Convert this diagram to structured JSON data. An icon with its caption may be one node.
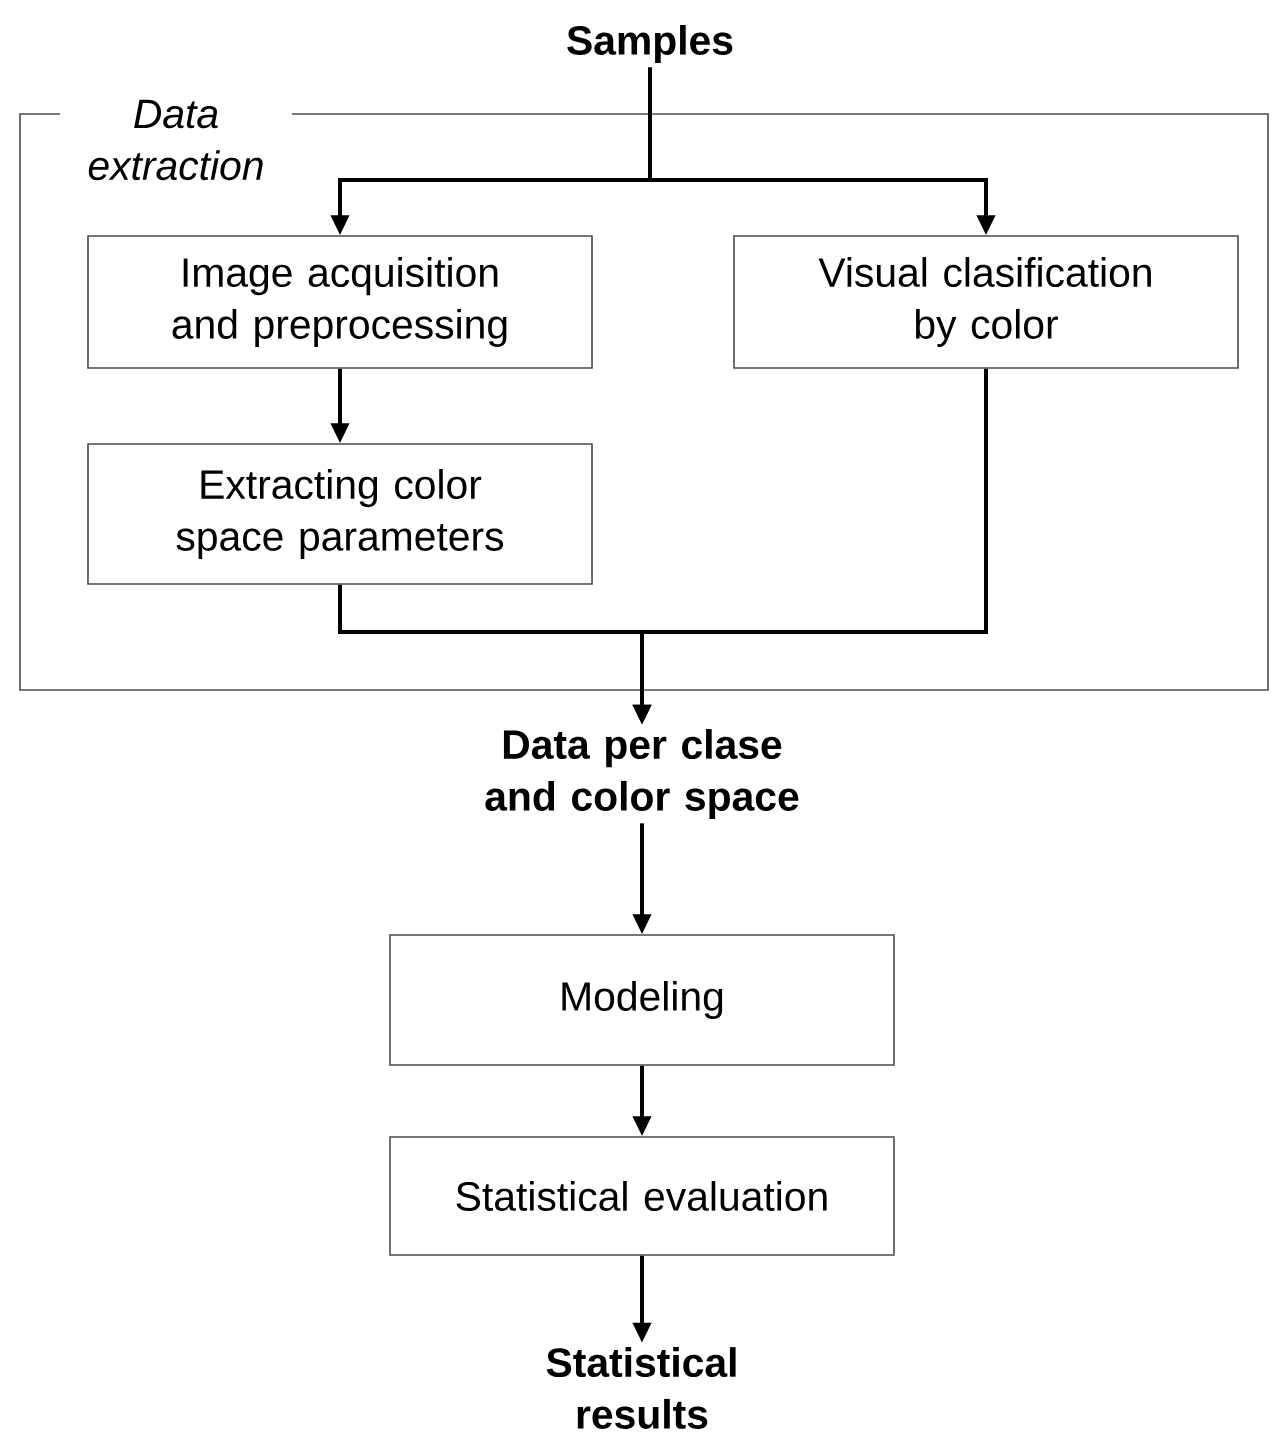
{
  "diagram": {
    "nodes": [
      {
        "text": [
          "Data extraction"
        ]
      },
      {
        "text": [
          "Samples"
        ]
      },
      {
        "text": [
          "Image acquisition and preprocessing"
        ],
        "in": 0
      },
      {
        "text": [
          "Visual clasification by color"
        ],
        "in": 0
      },
      {
        "text": [
          "Extracting color space parameters"
        ],
        "in": 0
      },
      {
        "text": [
          "Data per clase and color space"
        ]
      },
      {
        "text": [
          "Modeling"
        ]
      },
      {
        "text": [
          "Statistical evaluation"
        ]
      },
      {
        "text": [
          "Statistical results"
        ]
      }
    ],
    "edges": [
      {
        "from": 1,
        "to": 2,
        "arrow": "to"
      },
      {
        "from": 1,
        "to": 3,
        "arrow": "to"
      },
      {
        "from": 2,
        "to": 4,
        "arrow": "to"
      },
      {
        "from": 4,
        "to": 5,
        "arrow": "to"
      },
      {
        "from": 3,
        "to": 5,
        "arrow": "to"
      },
      {
        "from": 5,
        "to": 6,
        "arrow": "to"
      },
      {
        "from": 6,
        "to": 7,
        "arrow": "to"
      },
      {
        "from": 7,
        "to": 8,
        "arrow": "to"
      }
    ]
  }
}
